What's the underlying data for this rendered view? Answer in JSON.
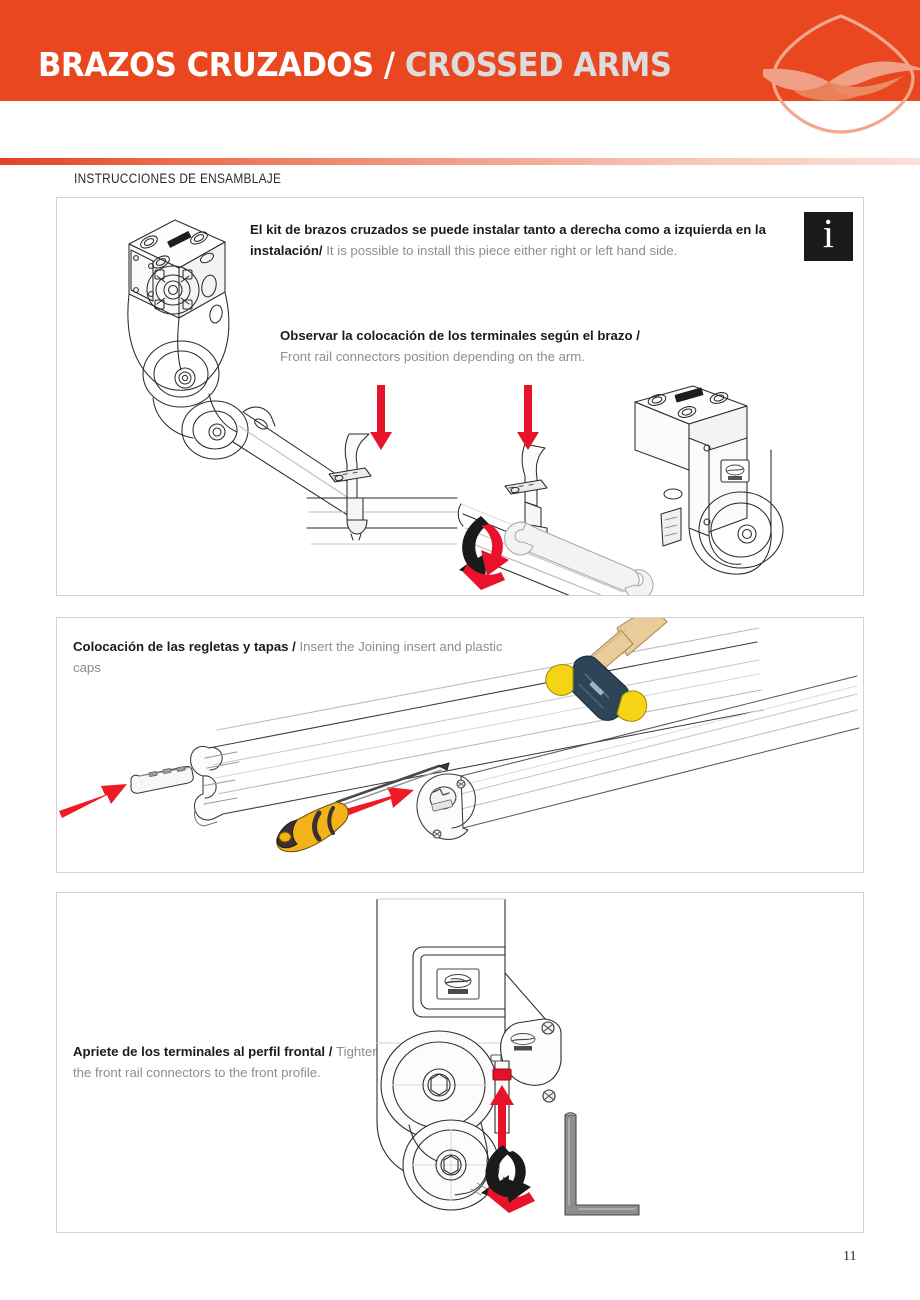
{
  "header": {
    "title_es": "BRAZOS CRUZADOS",
    "title_separator": " / ",
    "title_en": "CROSSED ARMS",
    "banner_color": "#e9471f",
    "logo_name": "luxor-swallow-logo",
    "logo_color": "#f19a7c"
  },
  "section": {
    "label": "INSTRUCCIONES DE ENSAMBLAJE"
  },
  "panels": [
    {
      "id": "panel-1",
      "info_badge": "i",
      "texts": [
        {
          "es": "El kit de brazos cruzados se puede instalar tanto a derecha como a izquierda en la instalación/ ",
          "en": "It is possible to install this piece either right or left hand side."
        },
        {
          "es": "Observar la colocación de los terminales según el brazo /",
          "en": "Front rail connectors position depending on the arm."
        }
      ],
      "illustration_names": [
        "crossed-arm-assembly-drawing",
        "front-rail-connector-left-drawing",
        "front-rail-connector-right-drawing",
        "open-end-wrench-drawing",
        "down-arrow-left",
        "down-arrow-right",
        "rotation-arrow"
      ]
    },
    {
      "id": "panel-2",
      "texts": [
        {
          "es": "Colocación de las regletas y tapas / ",
          "en": "Insert the  Joining insert  and plastic caps"
        }
      ],
      "illustration_names": [
        "front-profile-extrusion-drawing",
        "joining-insert-drawing",
        "plastic-end-cap-drawing",
        "screwdriver-drawing",
        "rubber-mallet-drawing",
        "insert-arrow-left",
        "insert-arrow-right"
      ]
    },
    {
      "id": "panel-3",
      "texts": [
        {
          "es": "Apriete de los terminales al perfil frontal / ",
          "en": "Tighten  the front rail connectors to the front profile."
        }
      ],
      "illustration_names": [
        "arm-side-view-drawing",
        "allen-key-drawing",
        "up-arrow-bolt",
        "rotation-arrow"
      ]
    }
  ],
  "footer": {
    "page_number": "11"
  },
  "colors": {
    "accent_orange": "#e9471f",
    "arrow_red": "#e8122a",
    "text_dark": "#1b1b1b",
    "text_gray": "#8d8d8d",
    "panel_border": "#d2d2d2"
  }
}
